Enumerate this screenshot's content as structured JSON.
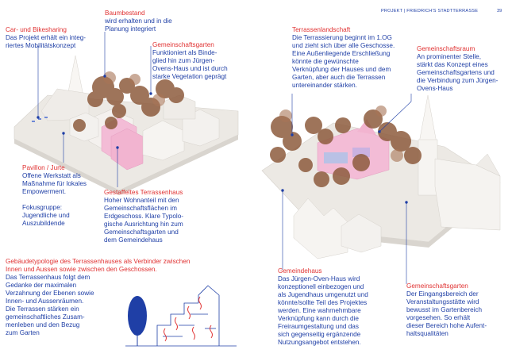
{
  "header": {
    "title": "PROJEKT | FRIEDRICH'S STADTTERRASSE",
    "page": "39"
  },
  "blocks": {
    "carsharing": {
      "heading": "Car- und Bikesharing",
      "lines": [
        "Das Projekt erhält ein integ-",
        "riertes Mobilitätskonzept"
      ]
    },
    "baumbestand": {
      "heading": "Baumbestand",
      "lines": [
        "wird erhalten und in die",
        "Planung integriert"
      ]
    },
    "gemeinschaftsgarten_left": {
      "heading": "Gemeinschaftsgarten",
      "lines": [
        "Funktioniert als Binde-",
        "glied hin zum Jürgen-",
        "Ovens-Haus und ist durch",
        "starke Vegetation geprägt"
      ]
    },
    "pavillon": {
      "heading": "Pavillon / Jurte",
      "lines": [
        "Offene Werkstatt als",
        "Maßnahme für lokales",
        "Empowerment.",
        "",
        "Fokusgruppe:",
        "Jugendliche und",
        "Auszubildende"
      ]
    },
    "terrassenhaus": {
      "heading": "Gestaffeltes Terrassenhaus",
      "lines": [
        "Hoher Wohnanteil mit den",
        "Gemeinschaftsflächen im",
        "Erdgeschoss. Klare Typolo-",
        "gische Ausrichtung hin zum",
        "Gemeinschaftsgarten und",
        "dem Gemeindehaus"
      ]
    },
    "typologie": {
      "heading_lines": [
        "Gebäudetypologie des Terrassenhauses als Verbinder zwischen",
        "Innen und Aussen sowie zwischen den Geschossen."
      ],
      "lines": [
        "Das Terrassenhaus folgt dem",
        "Gedanke der maximalen",
        "Verzahnung der Ebenen sowie",
        "Innen- und Aussenräumen.",
        "Die Terrassen stärken ein",
        "gemeinschaftliches Zusam-",
        "menleben und den Bezug",
        "zum Garten"
      ]
    },
    "terrassenlandschaft": {
      "heading": "Terrassenlandschaft",
      "lines": [
        "Die Terrassierung beginnt im 1.OG",
        "und zieht sich über alle Geschosse.",
        "Eine Außenliegende Erschließung",
        "könnte die gewünschte",
        "Verknüpfung der Hauses und dem",
        "Garten, aber auch die Terrassen",
        "untereinander stärken."
      ]
    },
    "gemeinschaftsraum": {
      "heading": "Gemeinschaftsraum",
      "lines": [
        "An prominenter Stelle,",
        "stärkt das Konzept eines",
        "Gemeinschaftsgartens und",
        "die Verbindung zum Jürgen-",
        "Ovens-Haus"
      ]
    },
    "gemeindehaus": {
      "heading": "Gemeindehaus",
      "lines": [
        "Das Jürgen-Oven-Haus wird",
        "konzeptionell einbezogen und",
        "als Jugendhaus umgenutzt und",
        "könnte/sollte Teil des Projektes",
        "werden. Eine wahrnehmbare",
        "Verknüpfung kann durch die",
        "Freiraumgestaltung und das",
        "sich gegenseitig ergänzende",
        "Nutzungsangebot entstehen."
      ]
    },
    "gemeinschaftsgarten_right": {
      "heading": "Gemeinschaftsgarten",
      "lines": [
        "Der Eingangsbereich der",
        "Veranstaltungsstätte wird",
        "bewusst im Gartenbereich",
        "vorgesehen. So erhält",
        "dieser Bereich hohe Aufent-",
        "haltsqualitäten"
      ]
    }
  },
  "colors": {
    "heading": "#e03232",
    "text": "#1f3fa6",
    "model": "#f5f3f0",
    "pink": "#f2b4d0",
    "tree": "#8a5a3c"
  }
}
